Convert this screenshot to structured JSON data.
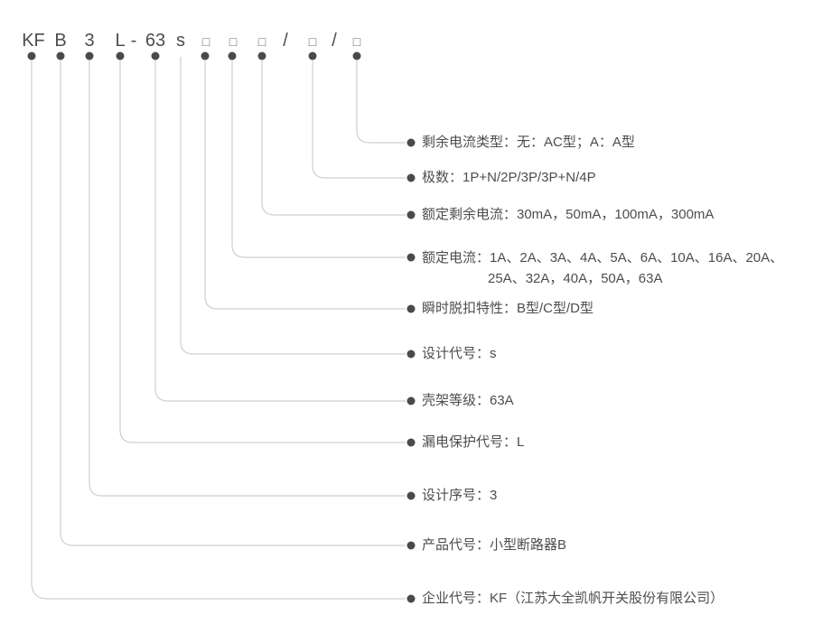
{
  "diagram": {
    "title_meaning": "KFB3L-63s residual current circuit breaker model designation",
    "code": {
      "chars": [
        {
          "text": "KF"
        },
        {
          "text": "B"
        },
        {
          "text": "3"
        },
        {
          "text": "L"
        },
        {
          "text": "-"
        },
        {
          "text": "63"
        },
        {
          "text": "s"
        },
        {
          "text": "□"
        },
        {
          "text": "□"
        },
        {
          "text": "□"
        },
        {
          "text": "/"
        },
        {
          "text": "□"
        },
        {
          "text": "/"
        },
        {
          "text": "□"
        }
      ]
    },
    "labels": [
      {
        "text": "剩余电流类型：无：AC型；A：A型"
      },
      {
        "text": "极数：1P+N/2P/3P/3P+N/4P"
      },
      {
        "text": "额定剩余电流：30mA，50mA，100mA，300mA"
      },
      {
        "line1": "额定电流：1A、2A、3A、4A、5A、6A、10A、16A、20A、",
        "line2": "25A、32A，40A，50A，63A"
      },
      {
        "text": "瞬时脱扣特性：B型/C型/D型"
      },
      {
        "text": "设计代号：s"
      },
      {
        "text": "壳架等级：63A"
      },
      {
        "text": "漏电保护代号：L"
      },
      {
        "text": "设计序号：3"
      },
      {
        "text": "产品代号：小型断路器B"
      },
      {
        "text": "企业代号：KF（江苏大全凯帆开关股份有限公司）"
      }
    ],
    "colors": {
      "line": "#cfcfcf",
      "bullet": "#4a4a4a",
      "text": "#4d4d4d",
      "background": "#ffffff"
    }
  }
}
